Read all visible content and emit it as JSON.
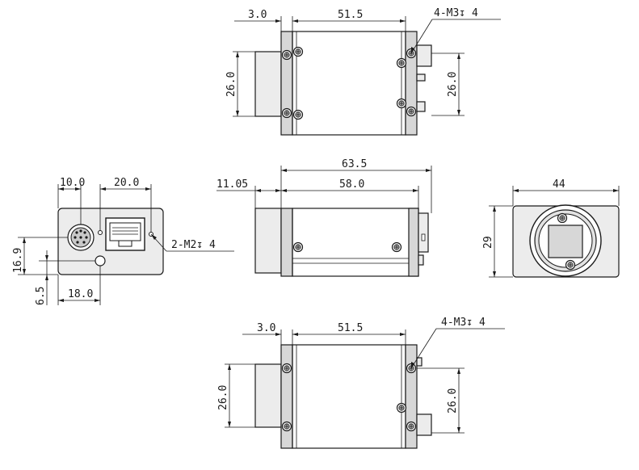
{
  "top_view": {
    "dim_flange": "3.0",
    "dim_body": "51.5",
    "hole_note": "4-M3↧ 4",
    "dim_left_height": "26.0",
    "dim_right_height": "26.0"
  },
  "rear_view": {
    "dim_connector": "10.0",
    "dim_ethernet": "20.0",
    "dim_vertical": "16.9",
    "dim_bottom_offset": "6.5",
    "dim_hole_spacing": "18.0",
    "hole_note": "2-M2↧ 4"
  },
  "side_view": {
    "dim_total": "63.5",
    "dim_lens": "11.05",
    "dim_body": "58.0"
  },
  "front_view": {
    "dim_width": "44",
    "dim_height": "29"
  },
  "bottom_view": {
    "dim_flange": "3.0",
    "dim_body": "51.5",
    "hole_note": "4-M3↧ 4",
    "dim_left_height": "26.0",
    "dim_right_height": "26.0"
  }
}
